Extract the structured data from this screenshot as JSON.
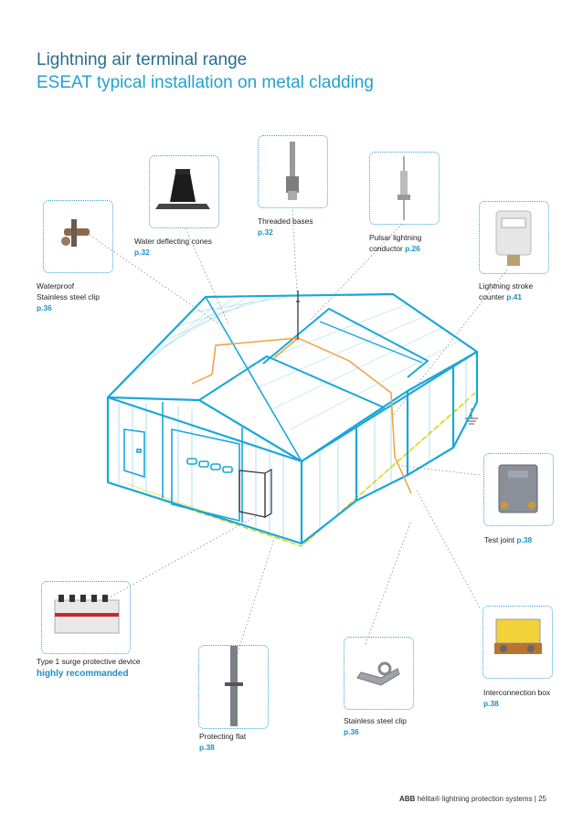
{
  "header": {
    "title": "Lightning air terminal range",
    "subtitle": "ESEAT typical installation on metal cladding"
  },
  "products": {
    "waterproof_clip": {
      "line1": "Waterproof",
      "line2": "Stainless steel clip",
      "page": "p.36"
    },
    "water_cones": {
      "line1": "Water deflecting cones",
      "page": "p.32"
    },
    "threaded_bases": {
      "line1": "Threaded bases",
      "page": "p.32"
    },
    "pulsar": {
      "line1": "Pulsar lightning",
      "line2": "conductor",
      "page": "p.26"
    },
    "stroke_counter": {
      "line1": "Lightning stroke",
      "line2": "counter",
      "page": "p.41"
    },
    "test_joint": {
      "line1": "Test joint",
      "page": "p.38"
    },
    "surge_device": {
      "line1": "Type 1 surge protective device",
      "highlight": "highly recommanded"
    },
    "protecting_flat": {
      "line1": "Protecting flat",
      "page": "p.38"
    },
    "stainless_clip": {
      "line1": "Stainless steel clip",
      "page": "p.36"
    },
    "interconnection_box": {
      "line1": "Interconnection  box",
      "page": "p.38"
    }
  },
  "footer": {
    "brand": "ABB",
    "text": "hélita® lightning protection systems",
    "separator": "|",
    "page_number": "25"
  },
  "colors": {
    "building": "#1aa7d8",
    "conductor": "#f0a040",
    "ground": "#d9d200",
    "accent": "#1e8fc4"
  }
}
